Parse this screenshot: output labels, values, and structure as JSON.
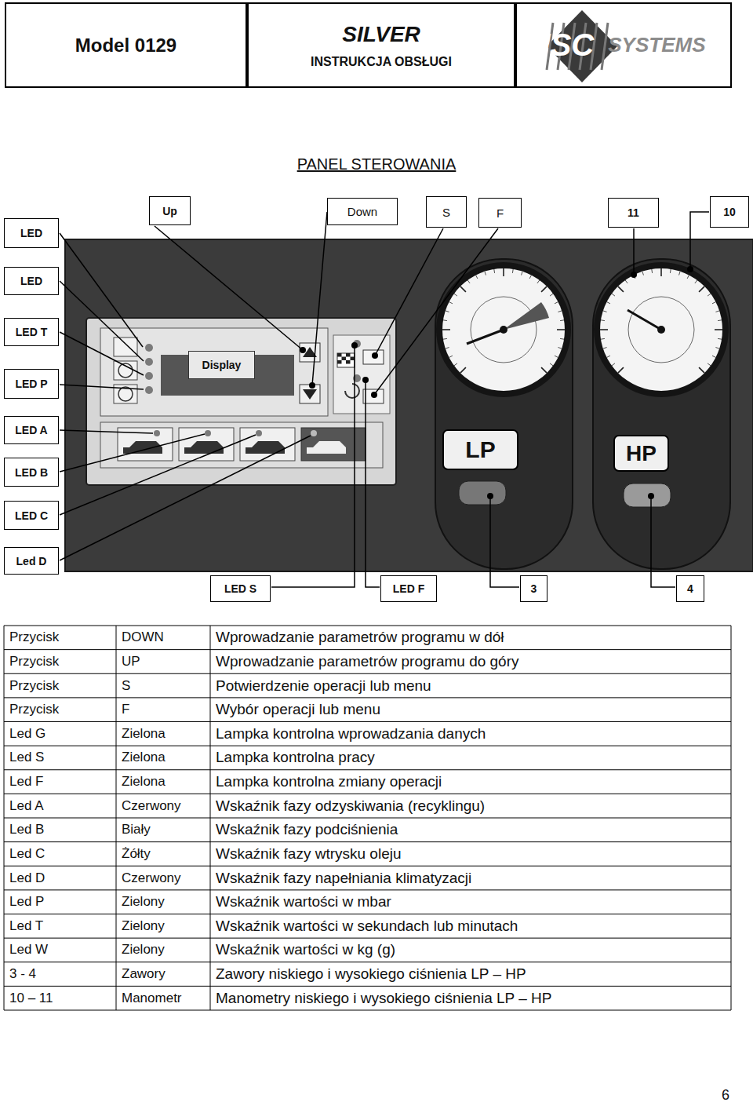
{
  "diagram": {
    "title": "PANEL STEROWANIA",
    "nodes": [
      {
        "text": [
          "Model 0129"
        ]
      },
      {
        "text": [
          "SILVER",
          "INSTRUKCJA OBSŁUGI"
        ]
      },
      {
        "text": [
          "ISC",
          "SYSTEMS"
        ]
      },
      {
        "text": [
          "Up"
        ]
      },
      {
        "text": [
          "Down"
        ]
      },
      {
        "text": [
          "S"
        ]
      },
      {
        "text": [
          "F"
        ]
      },
      {
        "text": [
          "11"
        ]
      },
      {
        "text": [
          "10"
        ]
      },
      {
        "text": [
          "LED"
        ]
      },
      {
        "text": [
          "LED"
        ]
      },
      {
        "text": [
          "LED T"
        ]
      },
      {
        "text": [
          "Display"
        ]
      },
      {
        "text": [
          "LED P"
        ]
      },
      {
        "text": [
          "LED A"
        ]
      },
      {
        "text": [
          "LED B"
        ]
      },
      {
        "text": [
          "LED C"
        ]
      },
      {
        "text": [
          "Led D"
        ]
      },
      {
        "text": [
          "LED S"
        ]
      },
      {
        "text": [
          "LED F"
        ]
      },
      {
        "text": [
          "3"
        ]
      },
      {
        "text": [
          "4"
        ]
      }
    ],
    "labels": [
      "LP",
      "HP",
      "Przycisk",
      "DOWN",
      "Wprowadzanie parametrów programu w dół",
      "Przycisk",
      "UP",
      "Wprowadzanie parametrów programu do góry",
      "Przycisk",
      "S",
      "Potwierdzenie operacji lub menu",
      "Przycisk",
      "F",
      "Wybór operacji lub menu",
      "Led G",
      "Zielona",
      "Lampka kontrolna wprowadzania danych",
      "Led S",
      "Zielona",
      "Lampka kontrolna pracy",
      "Led F",
      "Zielona",
      "Lampka kontrolna zmiany operacji",
      "Led A",
      "Czerwony",
      "Wskaźnik fazy odzyskiwania (recyklingu)",
      "Led B",
      "Biały",
      "Wskaźnik fazy podciśnienia",
      "Led C",
      "Żółty",
      "Wskaźnik fazy wtrysku oleju",
      "Led D",
      "Czerwony",
      "Wskaźnik fazy napełniania klimatyzacji",
      "Led P",
      "Zielony",
      "Wskaźnik wartości w mbar",
      "Led T",
      "Zielony",
      "Wskaźnik wartości w sekundach lub minutach",
      "Led W",
      "Zielony",
      "Wskaźnik wartości w kg (g)",
      "3 - 4",
      "Zawory",
      "Zawory niskiego i wysokiego ciśnienia LP – HP",
      "10 – 11",
      "Manometr",
      "Manometry niskiego i wysokiego ciśnienia LP – HP",
      "6"
    ]
  }
}
